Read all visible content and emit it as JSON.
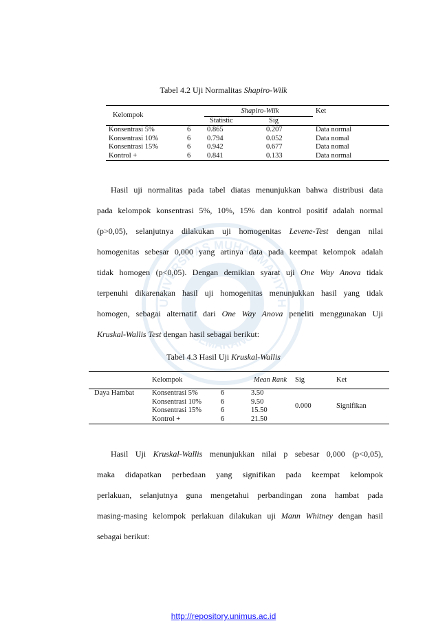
{
  "table1": {
    "caption_prefix": "Tabel 4.2 Uji Normalitas ",
    "caption_italic": "Shapiro-Wilk",
    "h_kelompok": "Kelompok",
    "h_group": "Shapiro-Wilk",
    "h_statistic": "Statistic",
    "h_sig": "Sig",
    "h_ket": "Ket",
    "rows": [
      {
        "kelompok": "Konsentrasi 5%",
        "n": "6",
        "statistic": "0.865",
        "sig": "0.207",
        "ket": "Data normal"
      },
      {
        "kelompok": "Konsentrasi 10%",
        "n": "6",
        "statistic": "0.794",
        "sig": "0.052",
        "ket": "Data nomal"
      },
      {
        "kelompok": "Konsentrasi 15%",
        "n": "6",
        "statistic": "0.942",
        "sig": "0.677",
        "ket": "Data nomal"
      },
      {
        "kelompok": "Kontrol +",
        "n": "6",
        "statistic": "0.841",
        "sig": "0.133",
        "ket": "Data normal"
      }
    ]
  },
  "para1": {
    "l1": "Hasil uji normalitas pada tabel diatas menunjukkan bahwa distribusi data",
    "l2": "pada kelompok konsentrasi 5%, 10%, 15% dan kontrol positif adalah normal",
    "l3a": "(p>0,05), selanjutnya dilakukan uji homogenitas ",
    "l3b": "Levene-Test",
    "l3c": " dengan nilai",
    "l4": "homogenitas sebesar 0,000 yang artinya data pada keempat  kelompok adalah",
    "l5a": "tidak homogen (p<0,05). Dengan demikian syarat uji ",
    "l5b": "One Way Anova",
    "l5c": " tidak",
    "l6": "terpenuhi dikarenakan hasil uji homogenitas menunjukkan hasil yang tidak",
    "l7a": "homogen,  sebagai alternatif dari ",
    "l7b": "One Way Anova",
    "l7c": "  peneliti menggunakan Uji",
    "l8a": "Kruskal-Wallis Test",
    "l8b": " dengan hasil sebagai berikut:"
  },
  "table2": {
    "caption_prefix": "Tabel 4.3 Hasil Uji ",
    "caption_italic": "Kruskal-Wallis",
    "h_kelompok": "Kelompok",
    "h_meanrank": "Mean Rank",
    "h_sig": "Sig",
    "h_ket": "Ket",
    "row_label": "Daya Hambat",
    "rows": [
      {
        "kelompok": "Konsentrasi 5%",
        "n": "6",
        "mean_rank": "3.50"
      },
      {
        "kelompok": "Konsentrasi 10%",
        "n": "6",
        "mean_rank": "9.50"
      },
      {
        "kelompok": "Konsentrasi 15%",
        "n": "6",
        "mean_rank": "15.50"
      },
      {
        "kelompok": "Kontrol +",
        "n": "6",
        "mean_rank": "21.50"
      }
    ],
    "sig": "0.000",
    "ket": "Signifikan"
  },
  "para2": {
    "l1a": "Hasil Uji ",
    "l1b": "Kruskal-Wallis",
    "l1c": " menunjukkan nilai p sebesar 0,000 (p<0,05),",
    "l2": "maka didapatkan perbedaan yang signifikan pada keempat kelompok",
    "l3": "perlakuan, selanjutnya guna mengetahui perbandingan zona hambat pada",
    "l4a": "masing-masing kelompok perlakuan dilakukan uji ",
    "l4b": "Mann Whitney",
    "l4c": " dengan hasil",
    "l5": "sebagai berikut:"
  },
  "watermark": {
    "top_text": "UNIVERSITAS MUHAMMADIYAH",
    "bottom_text": "SEMARANG",
    "color": "#2a6db0"
  },
  "footer": {
    "url": "http://repository.unimus.ac.id"
  }
}
